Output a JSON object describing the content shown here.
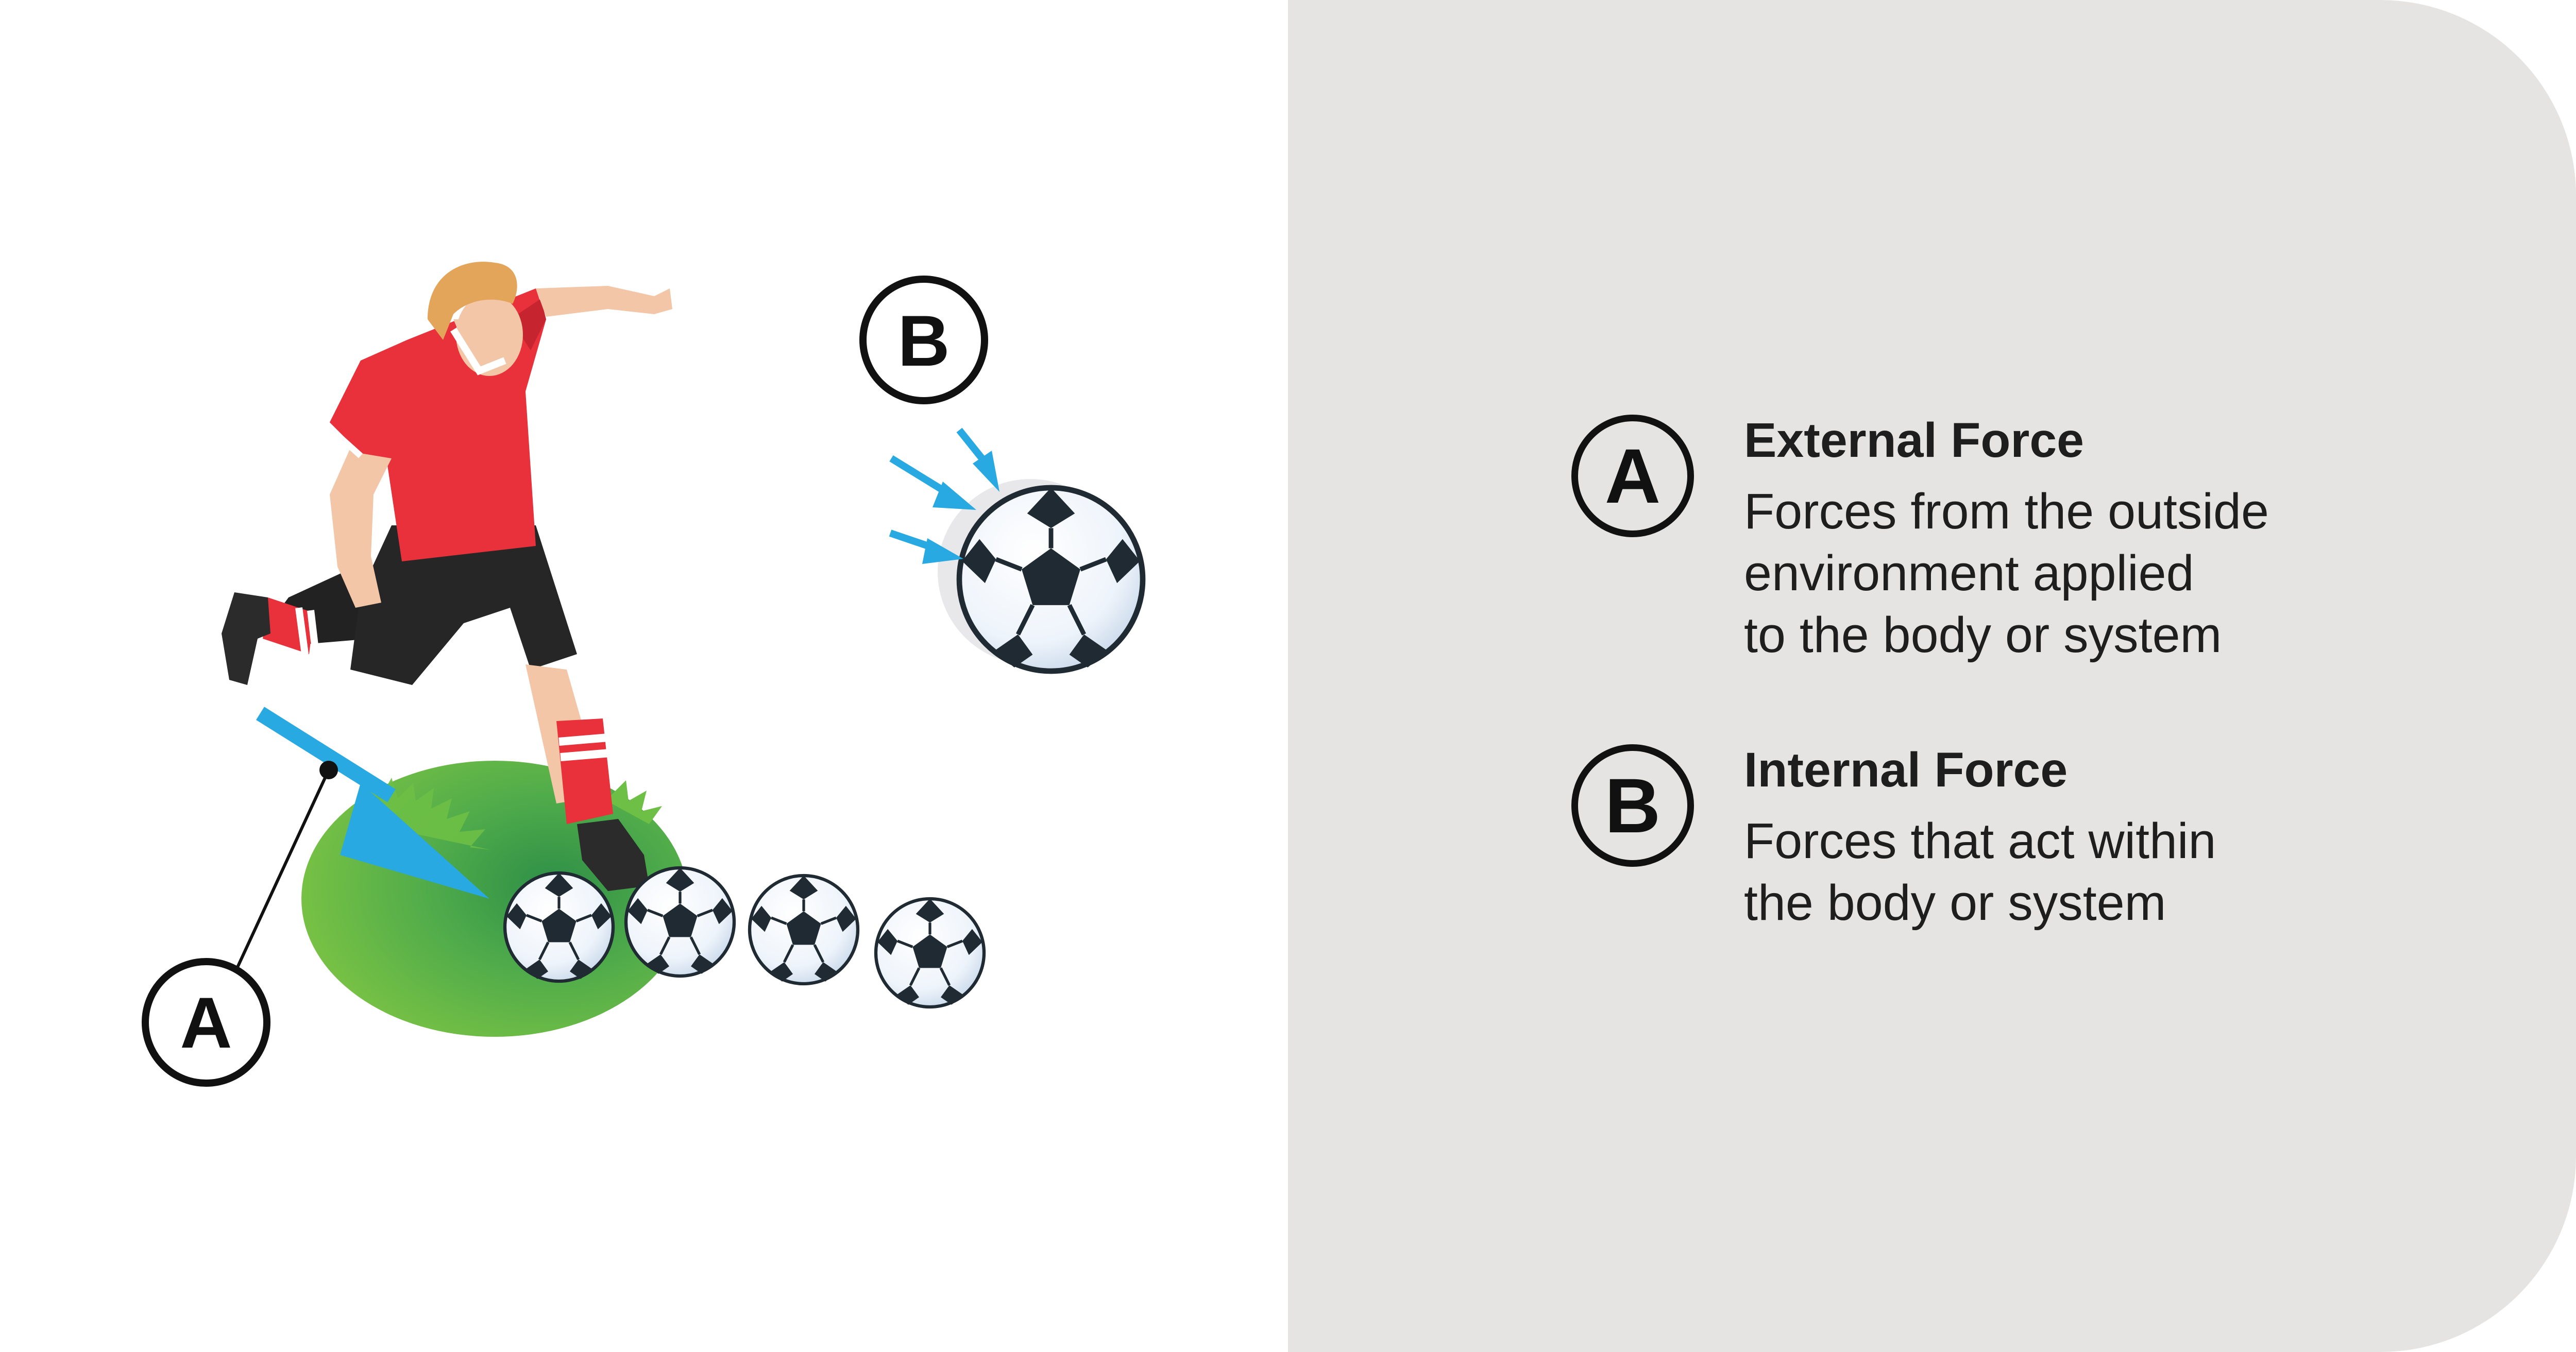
{
  "callouts": {
    "a": "A",
    "b": "B"
  },
  "legend": [
    {
      "marker": "A",
      "title": "External Force",
      "lines": [
        "Forces from the outside",
        "environment applied",
        "to the body or system"
      ]
    },
    {
      "marker": "B",
      "title": "Internal Force",
      "lines": [
        "Forces that act within",
        "the body or system"
      ]
    }
  ],
  "colors": {
    "panel_background": "#e5e4e2",
    "force_arrow": "#29a9e1",
    "jersey": "#e8313a",
    "shorts": "#222222",
    "grass": "#5fb64a",
    "outline": "#111111"
  },
  "icons": [
    "soccer-player-illustration",
    "soccer-ball-icon",
    "force-arrow-icon",
    "grass-patch"
  ]
}
